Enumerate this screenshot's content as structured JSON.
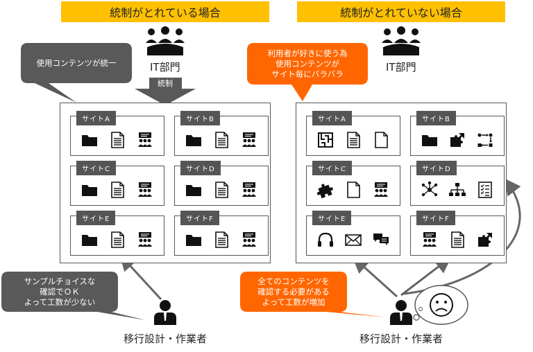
{
  "left": {
    "title": "統制がとれている場合",
    "it_label": "IT部門",
    "control_label": "統制",
    "callout_top": "使用コンテンツが統一",
    "callout_bottom": [
      "サンプルチョイスな",
      "確認でＯＫ",
      "よって工数が少ない"
    ],
    "worker_label": "移行設計・作業者",
    "sites": [
      {
        "label": "サイトA",
        "icons": [
          "folder-icon",
          "document-icon",
          "meeting-icon"
        ]
      },
      {
        "label": "サイトB",
        "icons": [
          "folder-icon",
          "document-icon",
          "meeting-icon"
        ]
      },
      {
        "label": "サイトC",
        "icons": [
          "folder-icon",
          "document-icon",
          "meeting-icon"
        ]
      },
      {
        "label": "サイトD",
        "icons": [
          "folder-icon",
          "document-icon",
          "meeting-icon"
        ]
      },
      {
        "label": "サイトE",
        "icons": [
          "folder-icon",
          "document-icon",
          "meeting-icon"
        ]
      },
      {
        "label": "サイトF",
        "icons": [
          "folder-icon",
          "document-icon",
          "meeting-icon"
        ]
      }
    ]
  },
  "right": {
    "title": "統制がとれていない場合",
    "it_label": "IT部門",
    "callout_top": [
      "利用者が好きに使う為",
      "使用コンテンツが",
      "サイト毎にバラバラ"
    ],
    "callout_bottom": [
      "全てのコンテンツを",
      "確認する必要がある",
      "よって工数が増加"
    ],
    "worker_label": "移行設計・作業者",
    "sites": [
      {
        "label": "サイトA",
        "icons": [
          "maze-icon",
          "document-icon",
          "blank-page-icon"
        ]
      },
      {
        "label": "サイトB",
        "icons": [
          "folder-icon",
          "puzzle-arrow-icon",
          "flow-icon"
        ]
      },
      {
        "label": "サイトC",
        "icons": [
          "puzzle-icon",
          "blank-page-icon",
          "meeting-icon"
        ]
      },
      {
        "label": "サイトD",
        "icons": [
          "network-icon",
          "org-chart-icon",
          "checklist-icon"
        ]
      },
      {
        "label": "サイトE",
        "icons": [
          "headphones-icon",
          "mail-icon",
          "chat-icon"
        ]
      },
      {
        "label": "サイトF",
        "icons": [
          "meeting-icon",
          "document-icon",
          "puzzle-arrow-icon"
        ]
      }
    ]
  },
  "colors": {
    "title_bg": "#FFC000",
    "callout_dark": "#595959",
    "callout_orange": "#FF6600",
    "box_border": "#555555"
  }
}
